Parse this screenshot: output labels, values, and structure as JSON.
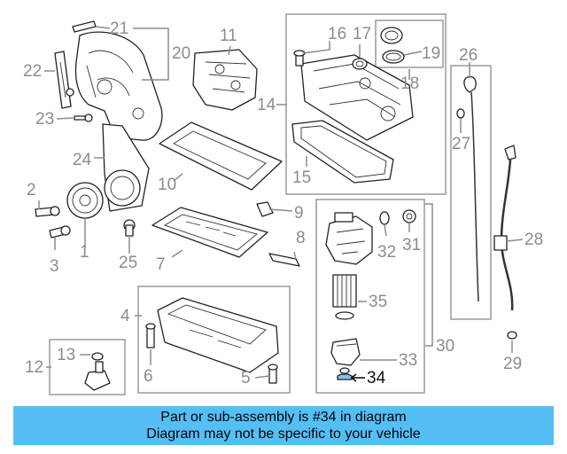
{
  "callouts": {
    "n1": "1",
    "n2": "2",
    "n3": "3",
    "n4": "4",
    "n5": "5",
    "n6": "6",
    "n7": "7",
    "n8": "8",
    "n9": "9",
    "n10": "10",
    "n11": "11",
    "n12": "12",
    "n13": "13",
    "n14": "14",
    "n15": "15",
    "n16": "16",
    "n17": "17",
    "n18": "18",
    "n19": "19",
    "n20": "20",
    "n21": "21",
    "n22": "22",
    "n23": "23",
    "n24": "24",
    "n25": "25",
    "n26": "26",
    "n27": "27",
    "n28": "28",
    "n29": "29",
    "n30": "30",
    "n31": "31",
    "n32": "32",
    "n33": "33",
    "n34": "34",
    "n35": "35"
  },
  "highlighted_part": "34",
  "colors": {
    "highlight": "#7fc4ef",
    "banner": "#55bff5",
    "callout": "#8c8c8c"
  },
  "banner": {
    "line1": "Part or sub-assembly is #34 in diagram",
    "line2": "Diagram may not be specific to your vehicle"
  }
}
